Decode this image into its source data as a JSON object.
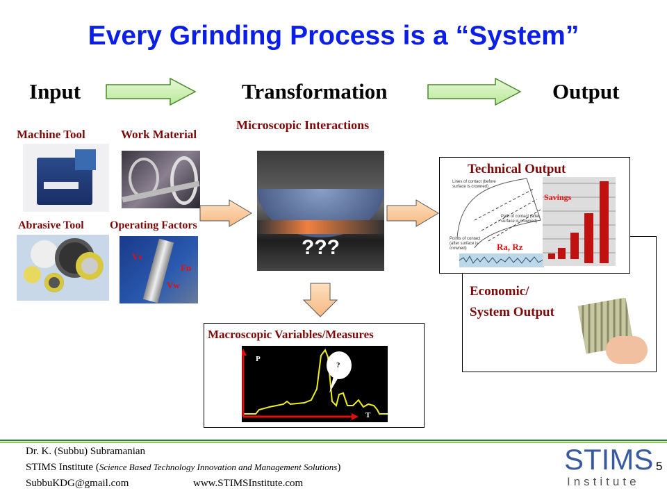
{
  "title": "Every Grinding Process is a “System”",
  "headings": {
    "input": "Input",
    "transformation": "Transformation",
    "output": "Output"
  },
  "inputs": {
    "machine_tool": "Machine Tool",
    "work_material": "Work Material",
    "abrasive_tool": "Abrasive Tool",
    "operating_factors": "Operating Factors",
    "vs": "Vs",
    "fn": "Fn",
    "vw": "Vw"
  },
  "microscopic": {
    "label": "Microscopic Interactions",
    "unknown": "???"
  },
  "macroscopic": {
    "label": "Macroscopic Variables/Measures",
    "p_axis": "P",
    "t_axis": "T",
    "callout": "?"
  },
  "technical_output": {
    "label": "Technical Output",
    "savings": "Savings",
    "roughness": "Ra, Rz",
    "contact_lines": "Lines of contact (before surface is crowned)",
    "contact_path": "Path of contact (after surface is crowned)",
    "contact_points": "Points of contact (after surface is crowned)"
  },
  "economic_output": {
    "line1": "Economic/",
    "line2": "System Output"
  },
  "footer": {
    "author": "Dr. K. (Subbu) Subramanian",
    "institute": "STIMS Institute (",
    "institute_italic": "Science Based Technology Innovation and Management Solutions",
    "institute_close": ")",
    "email": "SubbuKDG@gmail.com",
    "website": "www.STIMSInstitute.com",
    "logo_top": "STIMS",
    "logo_bottom": "Institute",
    "page": "5"
  },
  "colors": {
    "title": "#0a1ee6",
    "label": "#7a0a0a",
    "accent": "#e01010"
  }
}
